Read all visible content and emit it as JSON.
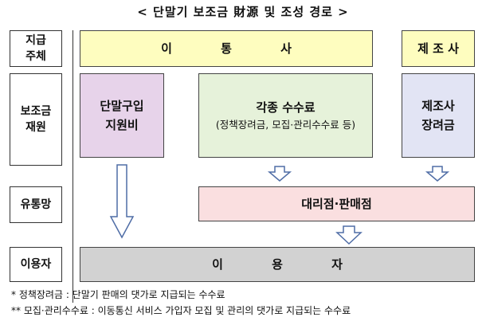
{
  "title": "< 단말기 보조금 財源 및 조성 경로 >",
  "row_labels": {
    "payer_line1": "지급",
    "payer_line2": "주체",
    "source_line1": "보조금",
    "source_line2": "재원",
    "channel": "유통망",
    "user": "이용자"
  },
  "boxes": {
    "carrier": "이 통 사",
    "manufacturer": "제 조 사",
    "device_subsidy_line1": "단말구입",
    "device_subsidy_line2": "지원비",
    "fees_line1": "각종 수수료",
    "fees_line2": "(정책장려금, 모집·관리수수료 등)",
    "mfr_incentive_line1": "제조사",
    "mfr_incentive_line2": "장려금",
    "dealer": "대리점·판매점",
    "end_user": "이 용 자"
  },
  "notes": [
    "* 정책장려금 : 단말기 판매의 댓가로 지급되는 수수료",
    "** 모집·관리수수료 : 이동통신 서비스 가입자 모집 및 관리의 댓가로 지급되는 수수료"
  ],
  "colors": {
    "carrier": "#fefdbf",
    "device_subsidy": "#e7d3ea",
    "fees": "#e6f2da",
    "mfr_incentive": "#e2e4f4",
    "dealer": "#fadfe0",
    "end_user": "#d2d2d2"
  }
}
